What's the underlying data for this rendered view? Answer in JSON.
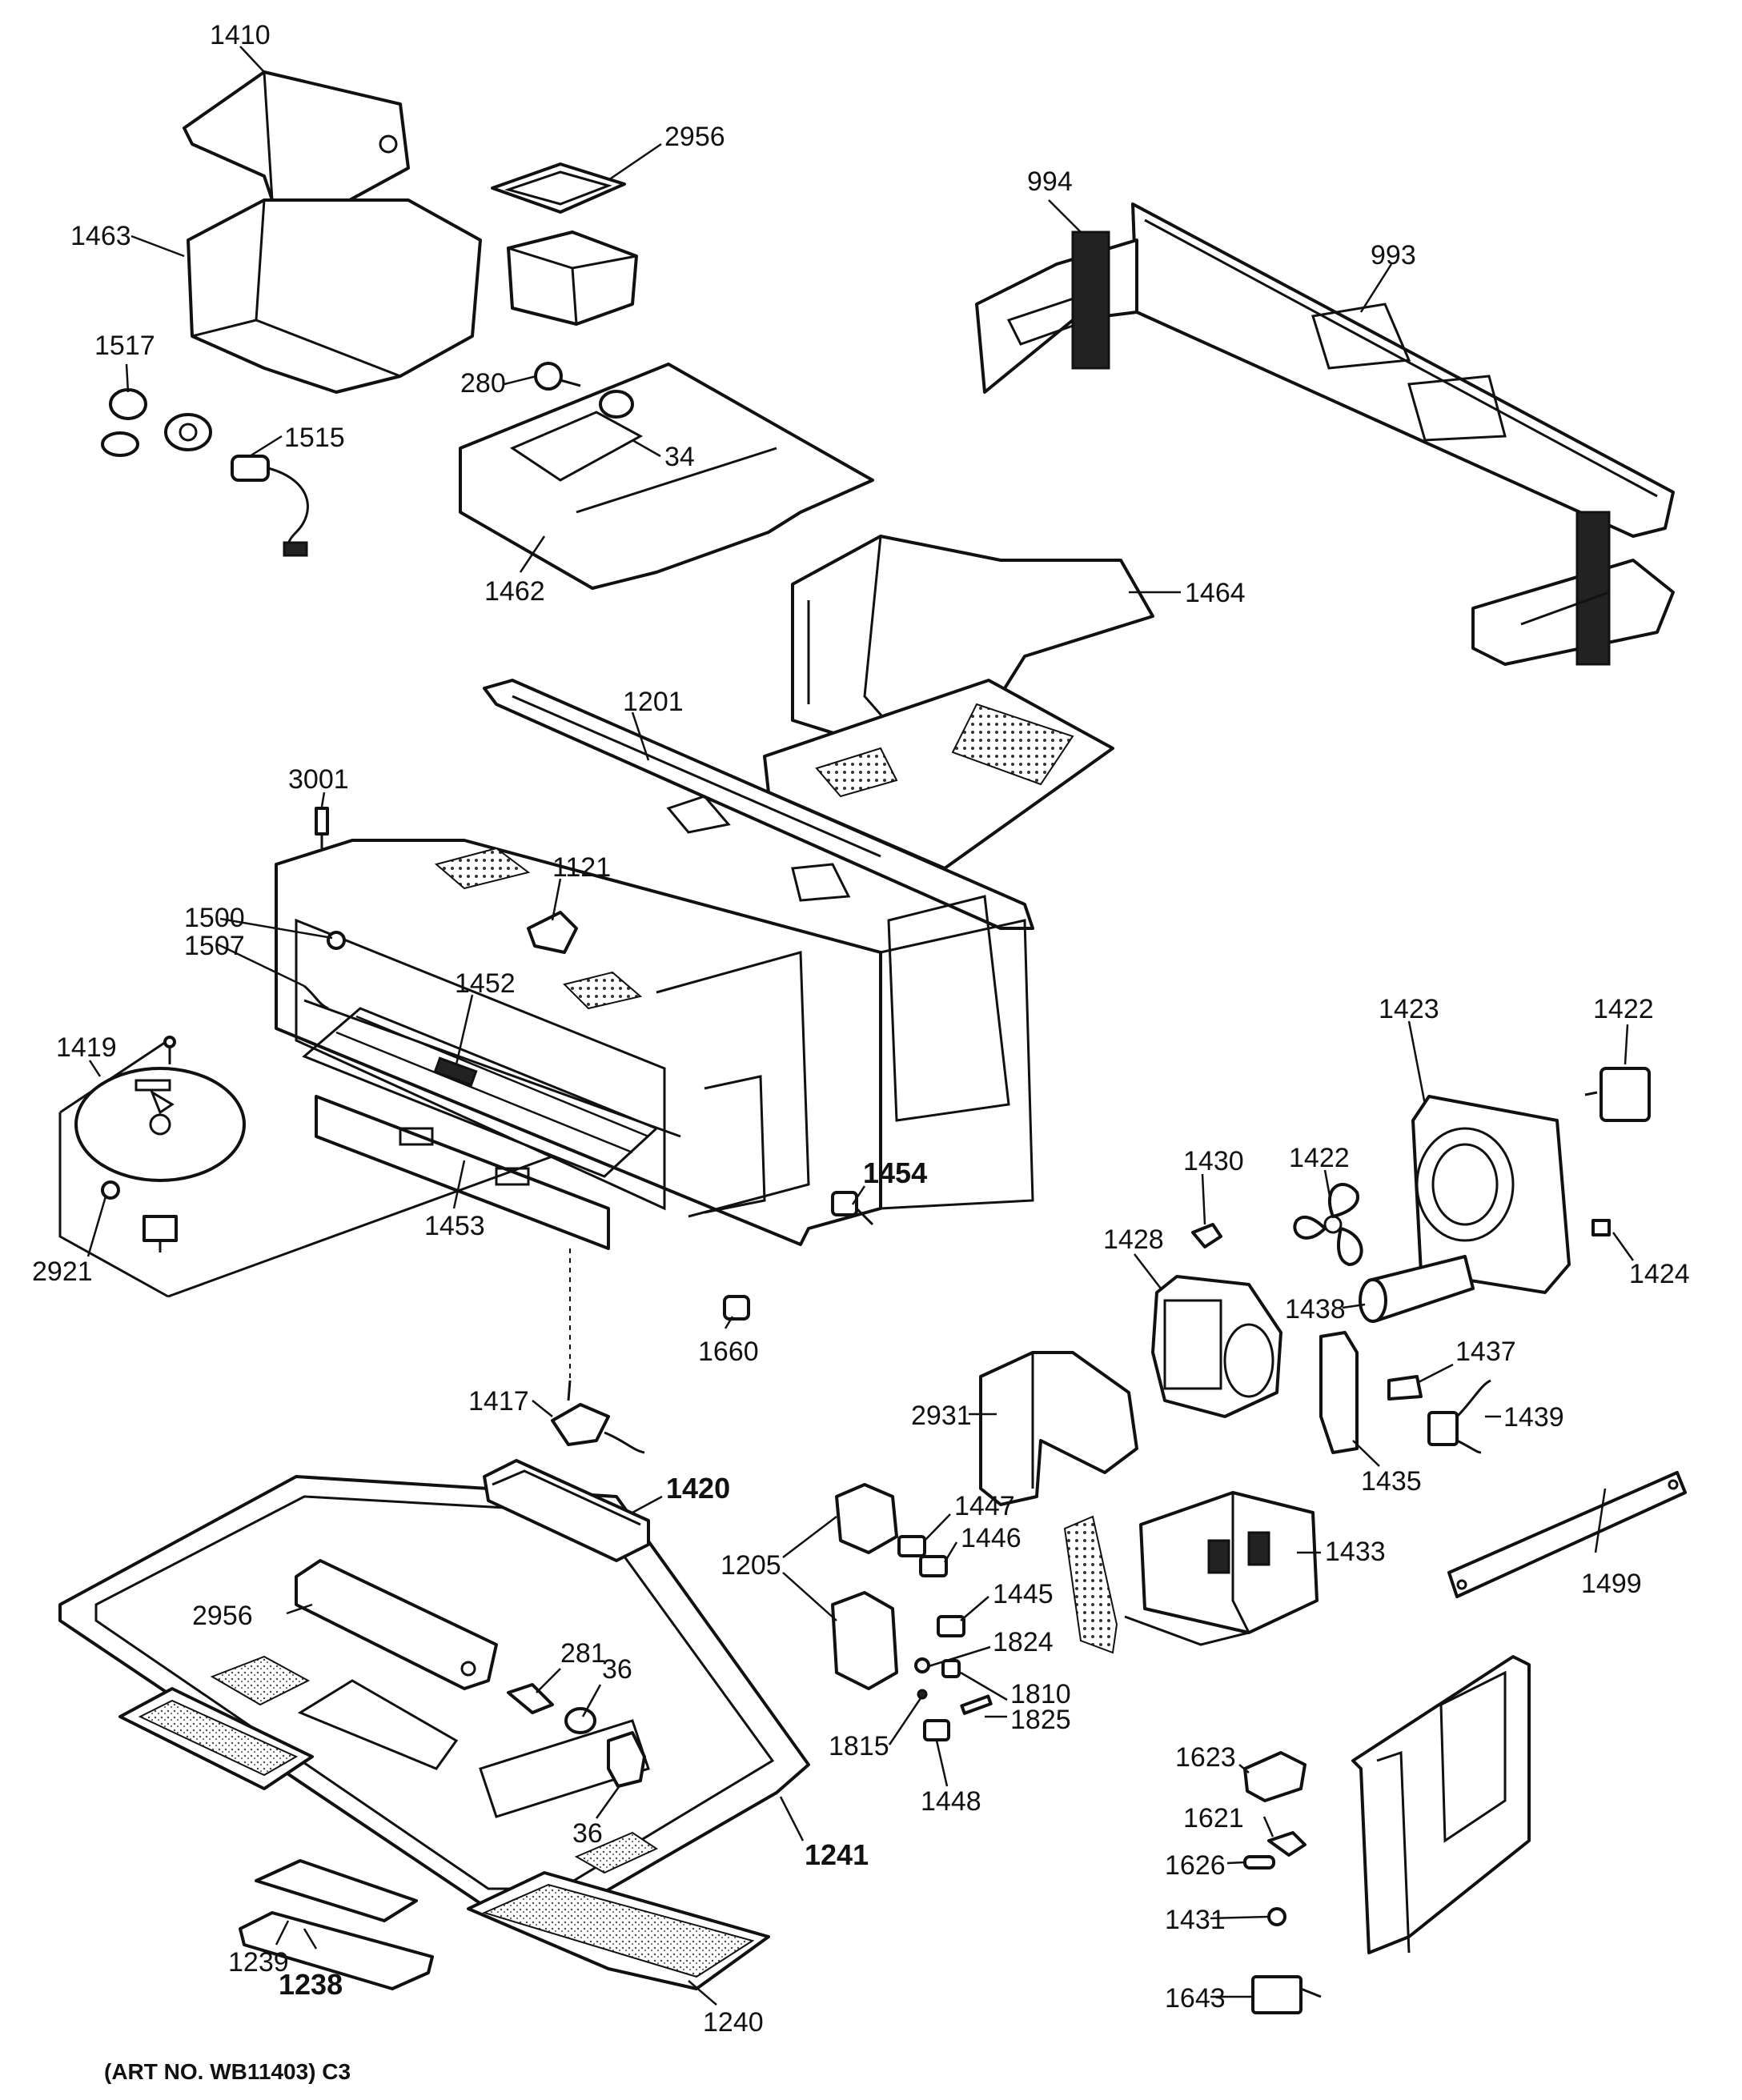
{
  "art_number": "(ART NO. WB11403) C3",
  "callouts": [
    {
      "id": "1410",
      "text": "1410"
    },
    {
      "id": "2956a",
      "text": "2956"
    },
    {
      "id": "994",
      "text": "994"
    },
    {
      "id": "993",
      "text": "993"
    },
    {
      "id": "1463",
      "text": "1463"
    },
    {
      "id": "1517",
      "text": "1517"
    },
    {
      "id": "280",
      "text": "280"
    },
    {
      "id": "34",
      "text": "34"
    },
    {
      "id": "1515",
      "text": "1515"
    },
    {
      "id": "1462",
      "text": "1462"
    },
    {
      "id": "1464",
      "text": "1464"
    },
    {
      "id": "1201",
      "text": "1201"
    },
    {
      "id": "3001",
      "text": "3001"
    },
    {
      "id": "1121",
      "text": "1121"
    },
    {
      "id": "1500",
      "text": "1500"
    },
    {
      "id": "1507",
      "text": "1507"
    },
    {
      "id": "1452",
      "text": "1452"
    },
    {
      "id": "1419",
      "text": "1419"
    },
    {
      "id": "1423",
      "text": "1423"
    },
    {
      "id": "1422a",
      "text": "1422"
    },
    {
      "id": "1454",
      "text": "1454"
    },
    {
      "id": "1430",
      "text": "1430"
    },
    {
      "id": "1422b",
      "text": "1422"
    },
    {
      "id": "1428",
      "text": "1428"
    },
    {
      "id": "1424",
      "text": "1424"
    },
    {
      "id": "2921",
      "text": "2921"
    },
    {
      "id": "1453",
      "text": "1453"
    },
    {
      "id": "1438",
      "text": "1438"
    },
    {
      "id": "1437",
      "text": "1437"
    },
    {
      "id": "1660",
      "text": "1660"
    },
    {
      "id": "2931",
      "text": "2931"
    },
    {
      "id": "1439",
      "text": "1439"
    },
    {
      "id": "1417",
      "text": "1417"
    },
    {
      "id": "1435",
      "text": "1435"
    },
    {
      "id": "1420",
      "text": "1420"
    },
    {
      "id": "1447",
      "text": "1447"
    },
    {
      "id": "1446",
      "text": "1446"
    },
    {
      "id": "1433",
      "text": "1433"
    },
    {
      "id": "1205",
      "text": "1205"
    },
    {
      "id": "1499",
      "text": "1499"
    },
    {
      "id": "2956b",
      "text": "2956"
    },
    {
      "id": "1445",
      "text": "1445"
    },
    {
      "id": "281",
      "text": "281"
    },
    {
      "id": "36a",
      "text": "36"
    },
    {
      "id": "1824",
      "text": "1824"
    },
    {
      "id": "1810",
      "text": "1810"
    },
    {
      "id": "1825",
      "text": "1825"
    },
    {
      "id": "1815",
      "text": "1815"
    },
    {
      "id": "1623",
      "text": "1623"
    },
    {
      "id": "1448",
      "text": "1448"
    },
    {
      "id": "36b",
      "text": "36"
    },
    {
      "id": "1621",
      "text": "1621"
    },
    {
      "id": "1241",
      "text": "1241"
    },
    {
      "id": "1626",
      "text": "1626"
    },
    {
      "id": "1431",
      "text": "1431"
    },
    {
      "id": "1239",
      "text": "1239"
    },
    {
      "id": "1238",
      "text": "1238"
    },
    {
      "id": "1240",
      "text": "1240"
    },
    {
      "id": "1643",
      "text": "1643"
    }
  ]
}
